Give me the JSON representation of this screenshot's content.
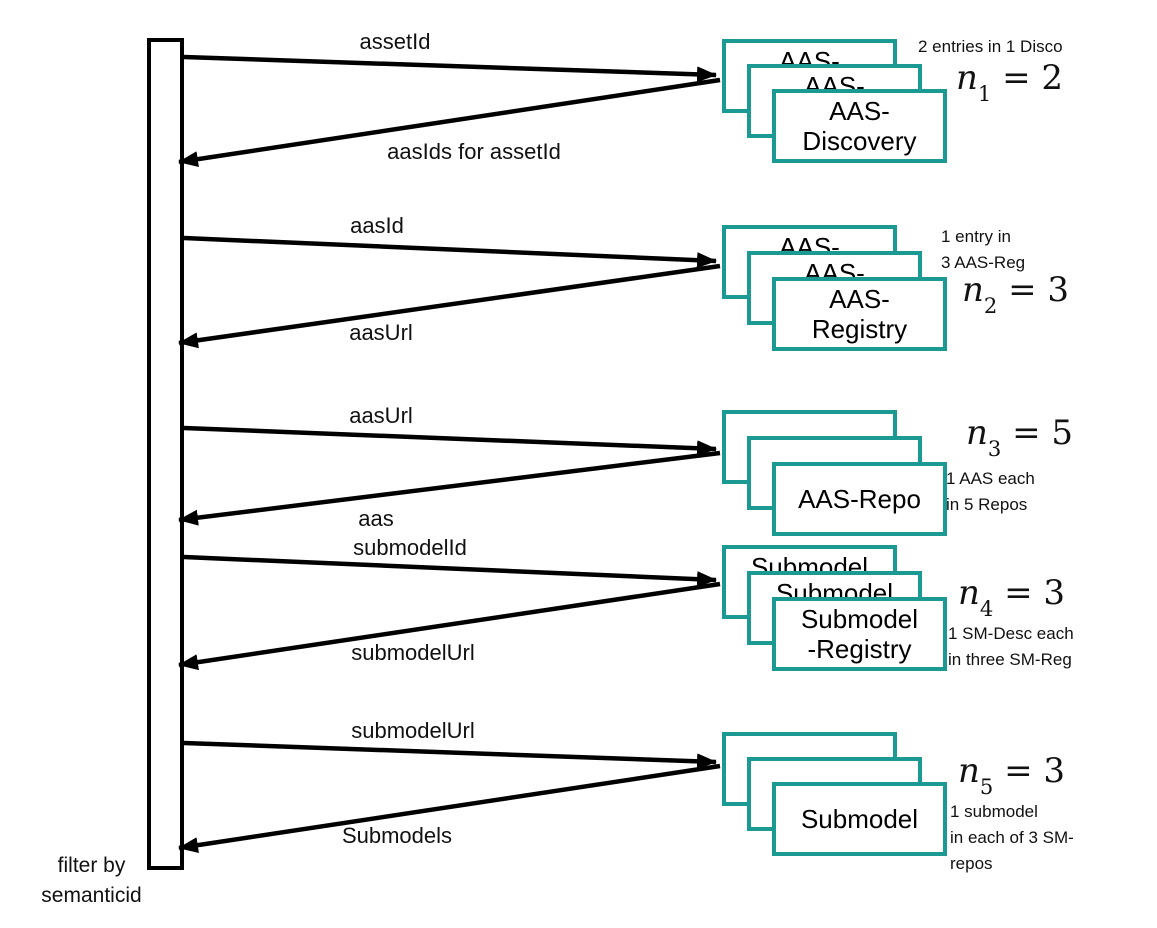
{
  "client": {
    "caption": "filter by\nsemanticid"
  },
  "colors": {
    "box_border": "#1b9a93",
    "arrow": "#000000",
    "background": "#ffffff"
  },
  "messages": [
    {
      "label": "assetId",
      "direction": "request",
      "stack_index": 0
    },
    {
      "label": "aasIds for assetId",
      "direction": "response",
      "stack_index": 0
    },
    {
      "label": "aasId",
      "direction": "request",
      "stack_index": 1
    },
    {
      "label": "aasUrl",
      "direction": "response",
      "stack_index": 1
    },
    {
      "label": "aasUrl",
      "direction": "request",
      "stack_index": 2
    },
    {
      "label": "aas",
      "direction": "response",
      "stack_index": 2
    },
    {
      "label": "submodelId",
      "direction": "request",
      "stack_index": 3
    },
    {
      "label": "submodelUrl",
      "direction": "response",
      "stack_index": 3
    },
    {
      "label": "submodelUrl",
      "direction": "request",
      "stack_index": 4
    },
    {
      "label": "Submodels",
      "direction": "response",
      "stack_index": 4
    }
  ],
  "stacks": [
    {
      "label": "AAS-\nDiscovery",
      "copies": 3,
      "note": "2 entries in 1 Disco",
      "math": {
        "var": "n",
        "sub": "1",
        "rhs": " = 2"
      }
    },
    {
      "label": "AAS-\nRegistry",
      "copies": 3,
      "note": "1 entry in\n3 AAS-Reg",
      "math": {
        "var": "n",
        "sub": "2",
        "rhs": " = 3"
      }
    },
    {
      "label": "AAS-Repo",
      "copies": 3,
      "note": "1 AAS each\nin 5 Repos",
      "math": {
        "var": "n",
        "sub": "3",
        "rhs": " = 5"
      }
    },
    {
      "label": "Submodel\n-Registry",
      "copies": 3,
      "note": "1 SM-Desc each\nin three SM-Reg",
      "math": {
        "var": "n",
        "sub": "4",
        "rhs": " = 3"
      }
    },
    {
      "label": "Submodel",
      "copies": 3,
      "note": "1 submodel\nin each of 3 SM-\nrepos",
      "math": {
        "var": "n",
        "sub": "5",
        "rhs": " = 3"
      }
    }
  ]
}
